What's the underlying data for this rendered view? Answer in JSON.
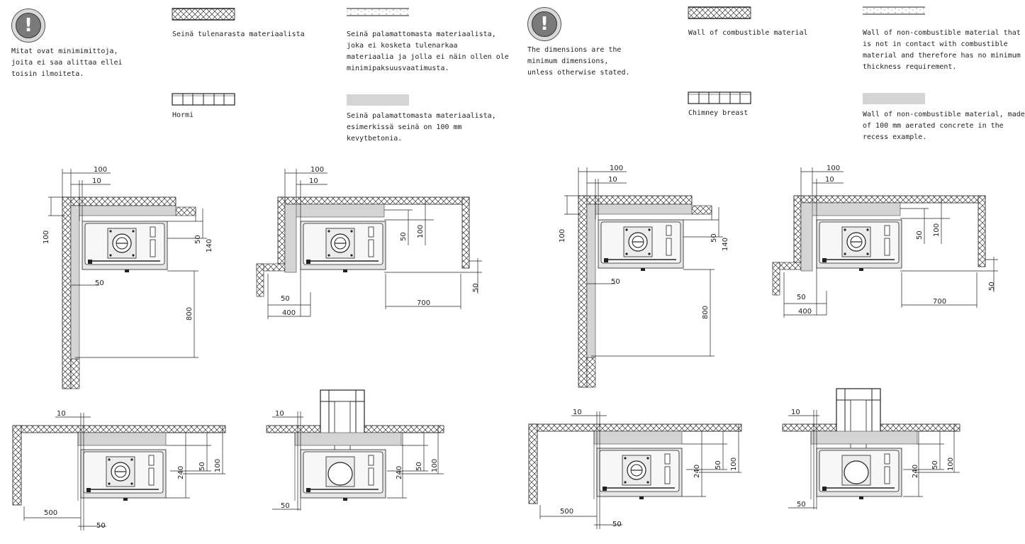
{
  "panels": [
    {
      "lang": "fi",
      "notice": "Mitat ovat minimimittoja,\njoita ei saa alittaa ellei\ntoisin ilmoiteta.",
      "legend_combustible": "Seinä tulenarasta materiaalista",
      "legend_noncombustible": "Seinä palamattomasta materiaalista,\njoka ei kosketa tulenarkaa\nmateriaalia ja jolla ei näin ollen ole\nminimipaksuusvaatimusta.",
      "legend_chimney": "Hormi",
      "legend_concrete": "Seinä palamattomasta materiaalista,\nesimerkissä seinä on 100 mm\nkevytbetonia."
    },
    {
      "lang": "en",
      "notice": "The dimensions are the\nminimum dimensions,\nunless otherwise stated.",
      "legend_combustible": "Wall of combustible material",
      "legend_noncombustible": "Wall of non-combustible material that\nis not in contact with combustible\nmaterial and therefore has no minimum\nthickness requirement.",
      "legend_chimney": "Chimney breast",
      "legend_concrete": "Wall of non-combustible material, made\nof 100 mm aerated concrete in the\nrecess example."
    }
  ],
  "dimensions": {
    "corner": {
      "top_outer": "100",
      "top_inner": "10",
      "left_gap": "100",
      "right_gap1": "50",
      "right_gap2": "140",
      "side": "50",
      "front": "800"
    },
    "recess": {
      "top_outer": "100",
      "top_inner": "10",
      "right_gap1": "50",
      "right_gap2": "100",
      "side": "50",
      "side_outer": "400",
      "front": "700",
      "right": "50"
    },
    "wall": {
      "top_inner": "10",
      "gap1": "240",
      "gap2": "50",
      "gap3": "100",
      "left": "500",
      "bottom": "50"
    },
    "flue": {
      "top_inner": "10",
      "gap1": "240",
      "gap2": "50",
      "gap3": "100",
      "bottom": "50"
    }
  },
  "colors": {
    "line": "#222222",
    "concrete": "#d4d4d4",
    "stove": "#f2f2f2"
  }
}
